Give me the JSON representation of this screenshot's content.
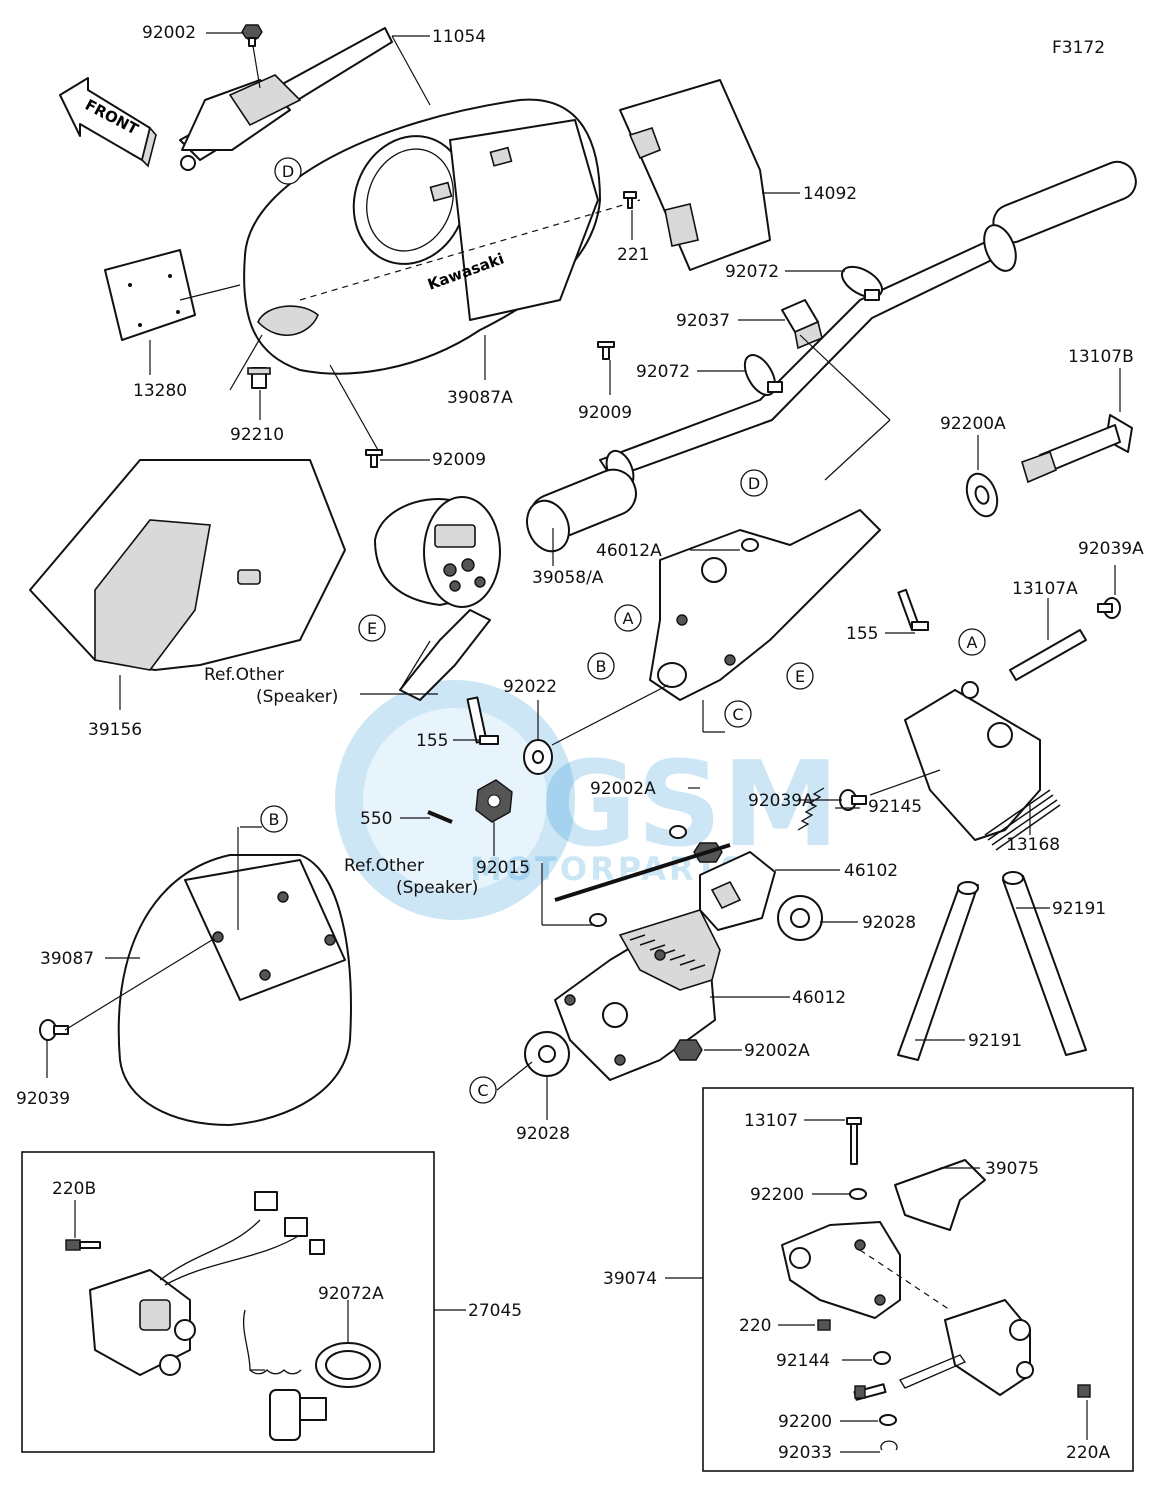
{
  "figure_code": "F3172",
  "front_arrow_label": "FRONT",
  "part_numbers": {
    "p92002": "92002",
    "p11054": "11054",
    "p14092": "14092",
    "p221": "221",
    "p92072_top": "92072",
    "p92037": "92037",
    "p92072_mid": "92072",
    "p13107B": "13107B",
    "p13280": "13280",
    "p92210": "92210",
    "p39087A": "39087A",
    "p92009_right": "92009",
    "p92009_left": "92009",
    "p92200A": "92200A",
    "p92039A_top": "92039A",
    "p46012A": "46012A",
    "p39058A": "39058/A",
    "p155_right": "155",
    "p13107A": "13107A",
    "p39156": "39156",
    "p92022": "92022",
    "p155_left": "155",
    "p92039A_mid": "92039A",
    "p13168": "13168",
    "p92002A_top": "92002A",
    "p92145": "92145",
    "p550": "550",
    "p92015": "92015",
    "p46102": "46102",
    "p39087": "39087",
    "p92028_right": "92028",
    "p92191_top": "92191",
    "p46012": "46012",
    "p92191_bottom": "92191",
    "p92002A_bottom": "92002A",
    "p92039": "92039",
    "p92028_bottom": "92028",
    "p220B": "220B",
    "p92072A": "92072A",
    "p27045": "27045",
    "p13107": "13107",
    "p39075": "39075",
    "p92200_top": "92200",
    "p39074": "39074",
    "p220": "220",
    "p92144": "92144",
    "p92200_bottom": "92200",
    "p92033": "92033",
    "p220A": "220A"
  },
  "reference_labels": {
    "ref_speaker_1_line1": "Ref.Other",
    "ref_speaker_1_line2": "(Speaker)",
    "ref_speaker_2_line1": "Ref.Other",
    "ref_speaker_2_line2": "(Speaker)"
  },
  "callout_letters": {
    "d_top": "D",
    "d_mid": "D",
    "a_left": "A",
    "a_right": "A",
    "b_bracket": "B",
    "b_cover": "B",
    "c_bracket": "C",
    "c_washer": "C",
    "e_bracket": "E",
    "e_speaker": "E"
  },
  "cover_logo_text": "Kawasaki",
  "watermark": {
    "brand": "GSM",
    "sub": "MOTORPARTS"
  }
}
